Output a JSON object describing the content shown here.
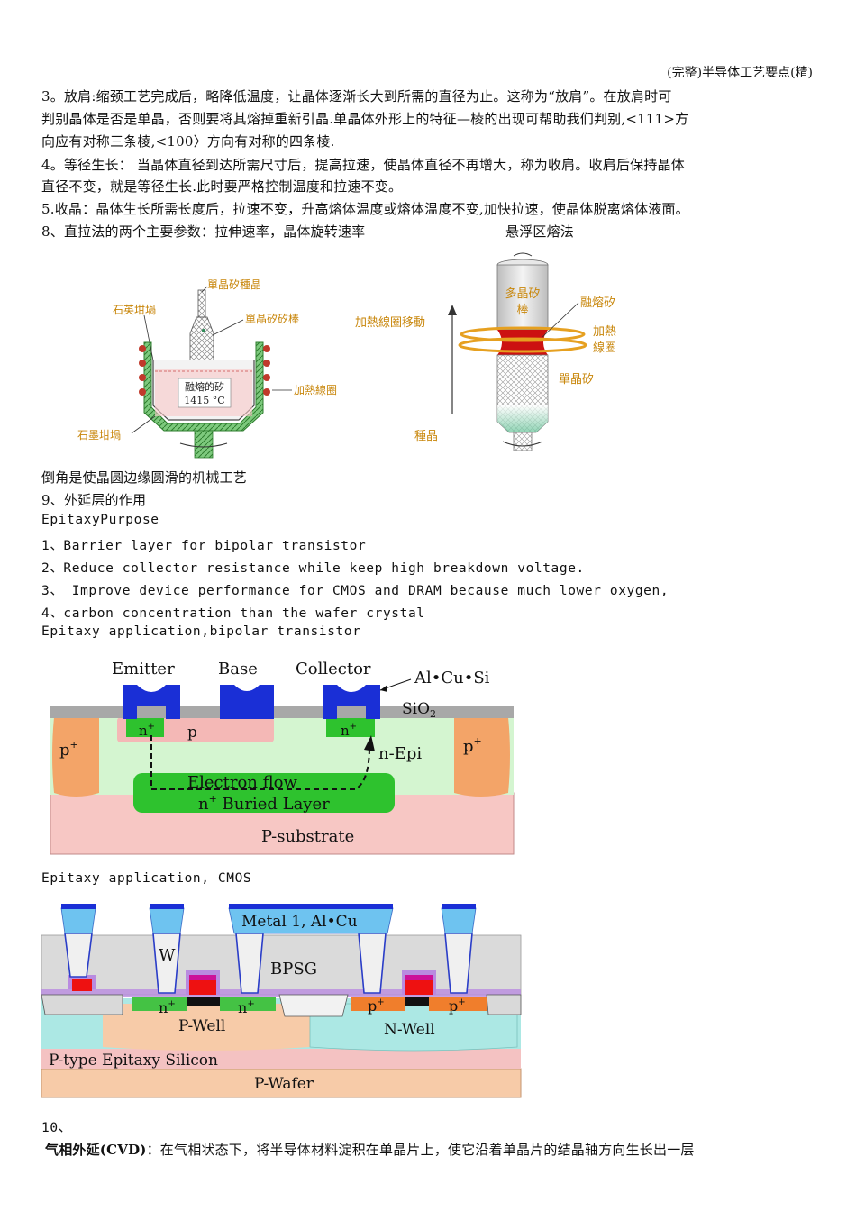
{
  "header": "(完整)半导体工艺要点(精)",
  "lines": {
    "l1": "3。放肩:缩颈工艺完成后，略降低温度，让晶体逐渐长大到所需的直径为止。这称为“放肩”。在放肩时可",
    "l2": "判别晶体是否是单晶，否则要将其熔掉重新引晶.单晶体外形上的特征—棱的出现可帮助我们判别,<111>方",
    "l3": "向应有对称三条棱,<100〉方向有对称的四条棱.",
    "l4": "4。等径生长： 当晶体直径到达所需尺寸后，提高拉速，使晶体直径不再增大，称为收肩。收肩后保持晶体",
    "l5": "直径不变，就是等径生长.此时要严格控制温度和拉速不变。",
    "l6": "5.收晶：晶体生长所需长度后，拉速不变，升高熔体温度或熔体温度不变,加快拉速，使晶体脱离熔体液面。",
    "l7": "8、直拉法的两个主要参数：拉伸速率，晶体旋转速率",
    "l7b": "悬浮区熔法",
    "l8": "倒角是使晶圆边缘圆滑的机械工艺",
    "l9": "9、外延层的作用",
    "l10": "EpitaxyPurpose",
    "l11": "1、Barrier  layer for bipolar transistor",
    "l12": "2、Reduce collector resistance while keep high breakdown voltage.",
    "l13": "3、 Improve device performance for CMOS and DRAM because much  lower oxygen,",
    "l14": "4、carbon concentration than the wafer crystal",
    "l15": "Epitaxy application,bipolar transistor",
    "l16": "Epitaxy application, CMOS",
    "l17": "10、",
    "l18a": "气相外延(CVD)",
    "l18b": "：在气相状态下，将半导体材料淀积在单晶片上，使它沿着单晶片的结晶轴方向生长出一层"
  },
  "cz_labels": {
    "seed": "單晶矽種晶",
    "quartz": "石英坩堝",
    "rod": "單晶矽矽棒",
    "melt": "融熔的矽",
    "temp": "1415 °C",
    "heater": "加熱線圈",
    "graphite": "石墨坩堝"
  },
  "fz_labels": {
    "poly": "多晶矽",
    "rod": "棒",
    "coil_move": "加熱線圈移動",
    "molten": "融熔矽",
    "heat1": "加熱",
    "heat2": "線圈",
    "single": "單晶矽",
    "seed": "種晶"
  },
  "bjt_labels": {
    "emitter": "Emitter",
    "base": "Base",
    "collector": "Collector",
    "metal": "Al•Cu•Si",
    "sio2": "SiO",
    "sio2_sub": "2",
    "p_left": "p",
    "p_right": "p",
    "plus": "+",
    "n_emit": "n",
    "p_base": "p",
    "n_coll": "n",
    "nepi": "n-Epi",
    "flow": "Electron flow",
    "buried": "n",
    "buried_rest": " Buried Layer",
    "substrate": "P-substrate"
  },
  "cmos_labels": {
    "metal": "Metal 1, Al•Cu",
    "w": "W",
    "bpsg": "BPSG",
    "n1": "n",
    "n2": "n",
    "p1": "p",
    "p2": "p",
    "plus": "+",
    "pwell": "P-Well",
    "nwell": "N-Well",
    "epi": "P-type Epitaxy Silicon",
    "wafer": "P-Wafer"
  },
  "colors": {
    "metal_blue": "#1433c8",
    "green": "#33cc33",
    "oxide_gray": "#aaaaaa",
    "pink": "#f4c2c2",
    "light_green": "#ccf2cc",
    "orange_p": "#f0a060",
    "cmos_metal": "#6ec3f0",
    "bpsg": "#d9d9d9",
    "nwell_cyan": "#a8e6e6",
    "pwell_peach": "#f7cba8",
    "red": "#ff0000",
    "gold": "#c8860a"
  }
}
